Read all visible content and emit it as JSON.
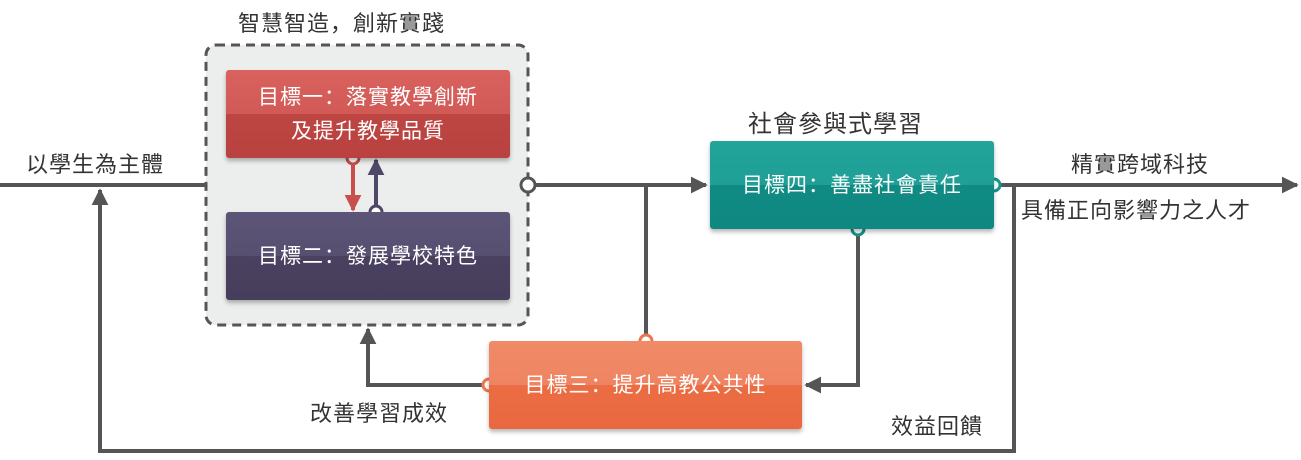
{
  "group": {
    "title": "智慧智造，創新實踐"
  },
  "goals": {
    "goal1": {
      "line1": "目標一：落實教學創新",
      "line2": "及提升教學品質"
    },
    "goal2": {
      "label": "目標二：發展學校特色"
    },
    "goal3": {
      "label": "目標三：提升高教公共性"
    },
    "goal4": {
      "label": "目標四：善盡社會責任",
      "title": "社會參與式學習"
    }
  },
  "labels": {
    "input": "以學生為主體",
    "output_line1": "精實跨域科技",
    "output_line2": "具備正向影響力之人才",
    "improve": "改善學習成效",
    "feedback": "效益回饋"
  },
  "colors": {
    "goal1": "#c84f4b",
    "goal2": "#4f4767",
    "goal3": "#ec7650",
    "goal4": "#16968d",
    "arrow": "#555555"
  }
}
